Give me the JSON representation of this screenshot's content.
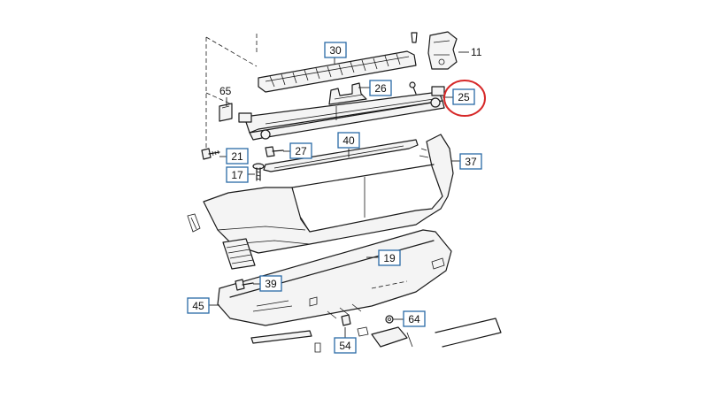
{
  "callouts": {
    "c30": "30",
    "c11": "11",
    "c65": "65",
    "c26": "26",
    "c25": "25",
    "c21": "21",
    "c27": "27",
    "c40": "40",
    "c37": "37",
    "c17": "17",
    "c19": "19",
    "c39": "39",
    "c45": "45",
    "c64": "64",
    "c54": "54"
  },
  "colors": {
    "callout_border": "#2a6aa6",
    "highlight_ring": "#d62828",
    "line": "#1a1a1a"
  },
  "highlighted_part": "25"
}
